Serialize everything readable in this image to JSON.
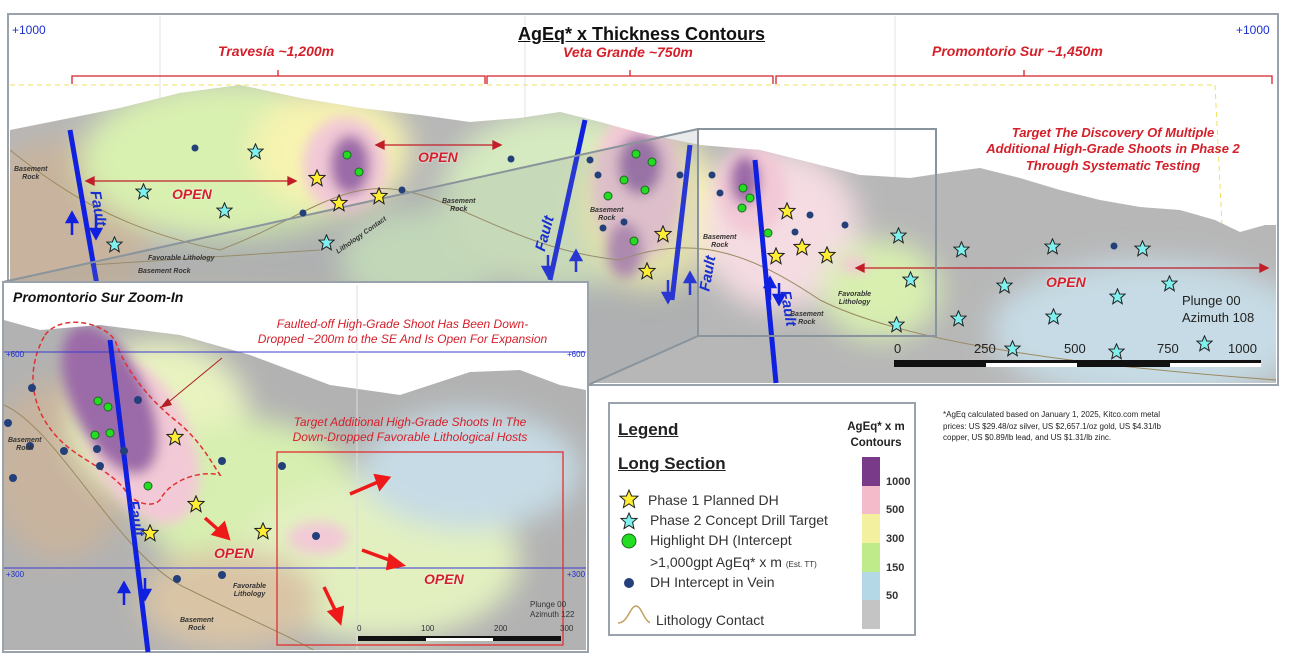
{
  "title": "AgEq* x Thickness Contours",
  "elevation": {
    "main_left": "+1000",
    "main_right": "+1000",
    "inset_600_left": "+600",
    "inset_600_right": "+600",
    "inset_300_left": "+300",
    "inset_300_right": "+300"
  },
  "zones": [
    {
      "label": "Travesía ~1,200m"
    },
    {
      "label": "Veta Grande ~750m"
    },
    {
      "label": "Promontorio Sur ~1,450m"
    }
  ],
  "main": {
    "open_labels": [
      "OPEN",
      "OPEN",
      "OPEN"
    ],
    "target_note": [
      "Target The Discovery Of Multiple",
      "Additional High-Grade Shoots in Phase 2",
      "Through Systematic Testing"
    ],
    "fault_label": "Fault",
    "rock_labels": {
      "basement": [
        "Basement",
        "Rock"
      ],
      "favorable_lithology": [
        "Favorable Lithology"
      ],
      "basement_rock_line": "Basement Rock",
      "lithology_contact": "Lithology Contact",
      "favorable": [
        "Favorable",
        "Lithology"
      ]
    },
    "orientation": [
      "Plunge 00",
      "Azimuth 108"
    ],
    "scale": [
      "0",
      "250",
      "500",
      "750",
      "1000"
    ]
  },
  "inset": {
    "title": "Promontorio Sur Zoom-In",
    "note1": [
      "Faulted-off High-Grade Shoot Has Been Down-",
      "Dropped ~200m to the SE And Is Open For Expansion"
    ],
    "note2": [
      "Target Additional High-Grade Shoots In The",
      "Down-Dropped Favorable Lithological Hosts"
    ],
    "open_labels": [
      "OPEN",
      "OPEN"
    ],
    "fault_label": "Fault",
    "basement": [
      "Basement",
      "Rock"
    ],
    "favorable": [
      "Favorable",
      "Lithology"
    ],
    "orientation": [
      "Plunge 00",
      "Azimuth 122"
    ],
    "scale": [
      "0",
      "100",
      "200",
      "300"
    ]
  },
  "legend": {
    "title": "Legend",
    "subtitle": "Long Section",
    "items": [
      {
        "icon": "yellow-star",
        "label": "Phase 1 Planned DH"
      },
      {
        "icon": "cyan-star",
        "label": "Phase 2 Concept Drill Target"
      },
      {
        "icon": "green-circle",
        "label": "Highlight DH (Intercept"
      },
      {
        "icon": "navy-circle",
        "label": "DH Intercept in Vein"
      },
      {
        "icon": "lithology-curve",
        "label": "Lithology Contact"
      }
    ],
    "highlight_line2": ">1,000gpt  AgEq* x m",
    "highlight_note": "(Est. TT)",
    "contour_title": [
      "AgEq* x m",
      "Contours"
    ],
    "contour_levels": [
      "1000",
      "500",
      "300",
      "150",
      "50"
    ],
    "contour_colors": [
      "#7a3a8a",
      "#f4bccb",
      "#f3f0a0",
      "#bfeb8a",
      "#b5d8e6",
      "#c4c4c4"
    ]
  },
  "footnote": [
    "*AgEq calculated based on January 1, 2025, Kitco.com metal",
    "prices: US $29.48/oz silver, US $2,657.1/oz gold, US $4.31/lb",
    "copper, US $0.89/lb lead, and US $1.31/lb zinc."
  ]
}
